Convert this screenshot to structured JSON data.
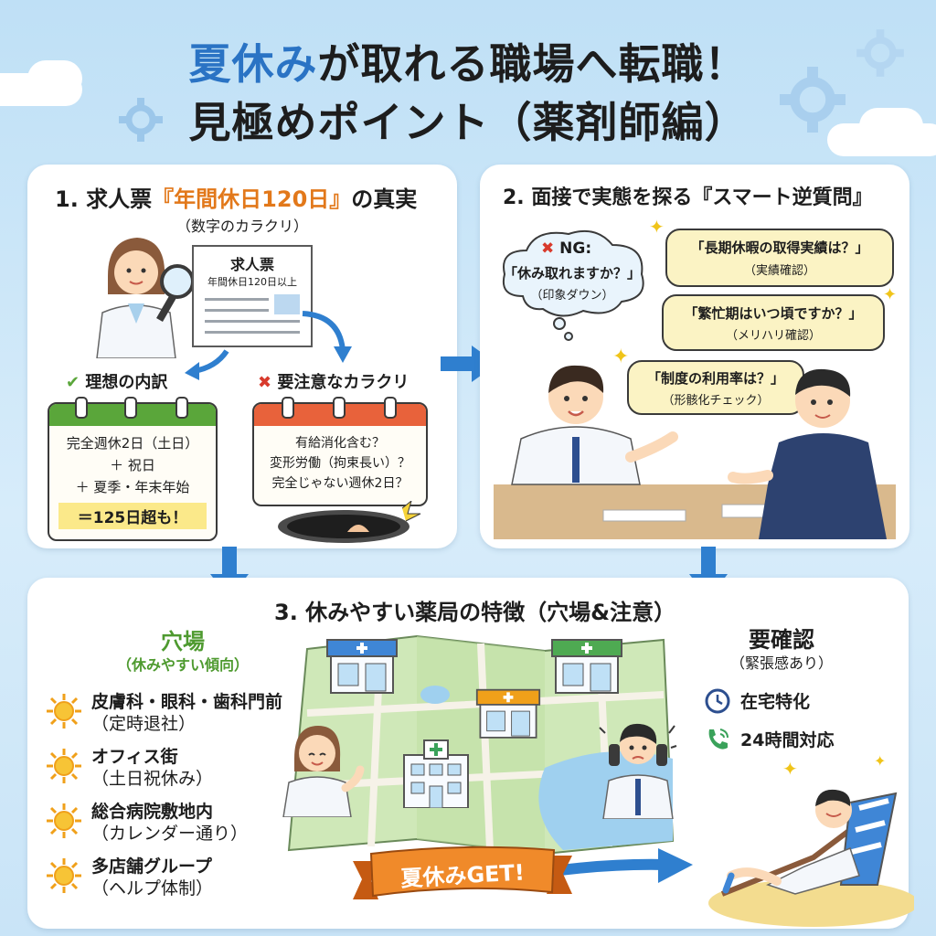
{
  "header": {
    "title_accent": "夏休み",
    "title_rest": "が取れる職場へ転職！",
    "title_line2": "見極めポイント（薬剤師編）"
  },
  "section1": {
    "title_prefix": "1. 求人票",
    "title_highlight": "『年間休日120日』",
    "title_suffix": "の真実",
    "subtitle": "（数字のカラクリ）",
    "doc_title": "求人票",
    "doc_line": "年間休日120日以上",
    "ideal": {
      "label": "理想の内訳",
      "lines": [
        "完全週休2日（土日）",
        "＋ 祝日",
        "＋ 夏季・年末年始"
      ],
      "result": "＝125日超も！"
    },
    "caution": {
      "label": "要注意なカラクリ",
      "lines": [
        "有給消化含む？",
        "変形労働（拘束長い）？",
        "完全じゃない週休2日？"
      ]
    }
  },
  "section2": {
    "title": "2. 面接で実態を探る『スマート逆質問』",
    "ng_label": "NG:",
    "ng_question": "「休み取れますか？」",
    "ng_note": "（印象ダウン）",
    "questions": [
      {
        "q": "「長期休暇の取得実績は？」",
        "note": "（実績確認）"
      },
      {
        "q": "「繁忙期はいつ頃ですか？」",
        "note": "（メリハリ確認）"
      },
      {
        "q": "「制度の利用率は？」",
        "note": "（形骸化チェック）"
      }
    ]
  },
  "section3": {
    "title": "3. 休みやすい薬局の特徴（穴場&注意）",
    "good_title": "穴場",
    "good_subtitle": "（休みやすい傾向）",
    "good_items": [
      {
        "main": "皮膚科・眼科・歯科門前",
        "sub": "（定時退社）"
      },
      {
        "main": "オフィス街",
        "sub": "（土日祝休み）"
      },
      {
        "main": "総合病院敷地内",
        "sub": "（カレンダー通り）"
      },
      {
        "main": "多店舗グループ",
        "sub": "（ヘルプ体制）"
      }
    ],
    "check_title": "要確認",
    "check_subtitle": "（緊張感あり）",
    "check_items": [
      {
        "icon": "clock-icon",
        "label": "在宅特化"
      },
      {
        "icon": "phone-icon",
        "label": "24時間対応"
      }
    ],
    "banner": "夏休みGET!"
  },
  "colors": {
    "accent_blue": "#2a73c4",
    "accent_orange": "#e2781a",
    "ok_green": "#5aa63a",
    "ng_red": "#d83a2c",
    "bubble_yellow": "#fbf3c4",
    "arrow_blue": "#2f7fcf"
  }
}
